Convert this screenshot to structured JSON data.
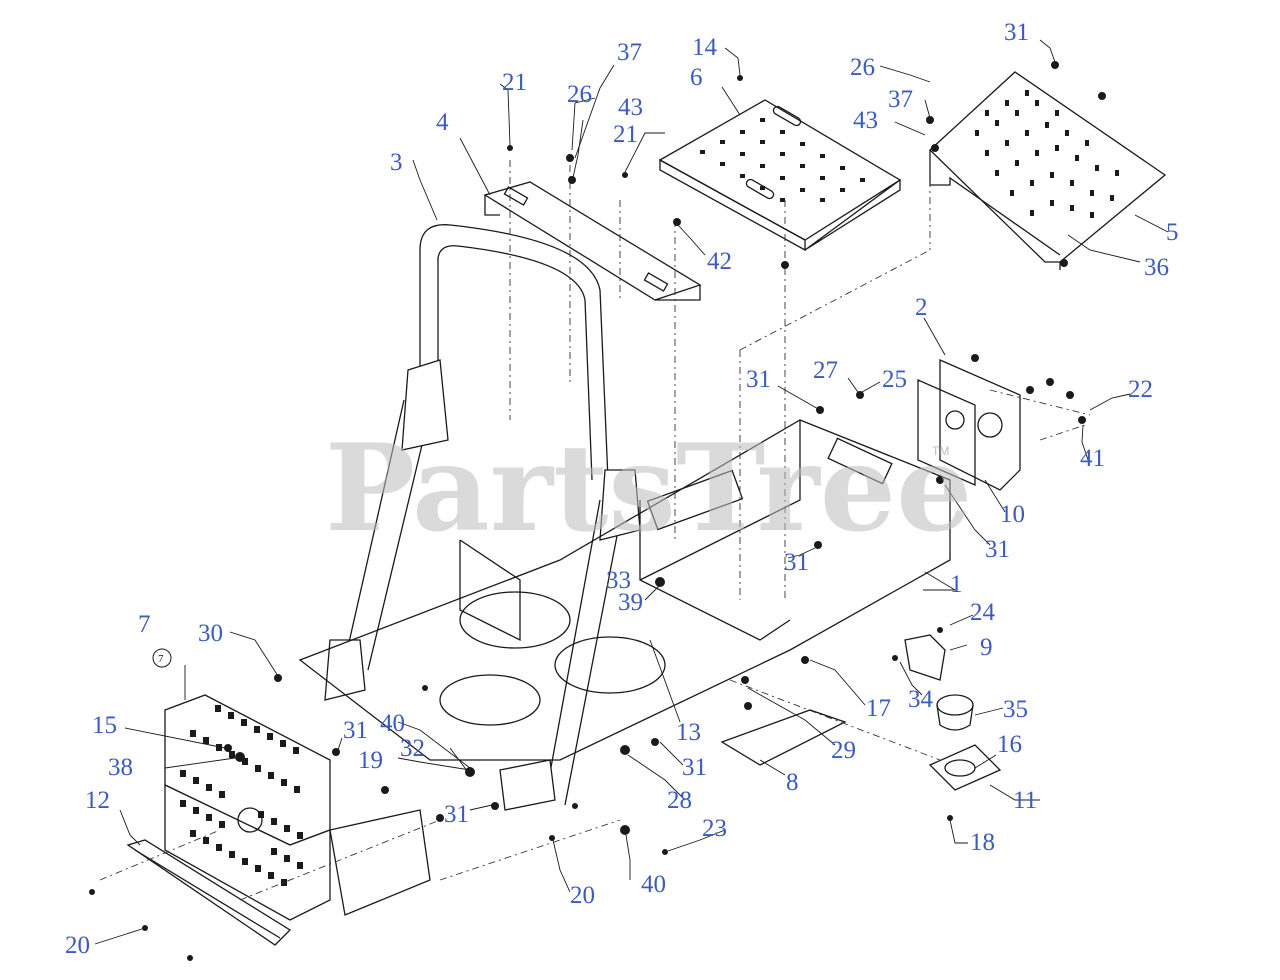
{
  "watermark": {
    "text": "PartsTree",
    "mark": "TM"
  },
  "callouts": [
    {
      "label": "1"
    },
    {
      "label": "2"
    },
    {
      "label": "3"
    },
    {
      "label": "4"
    },
    {
      "label": "5"
    },
    {
      "label": "6"
    },
    {
      "label": "7"
    },
    {
      "label": "7"
    },
    {
      "label": "8"
    },
    {
      "label": "9"
    },
    {
      "label": "10"
    },
    {
      "label": "11"
    },
    {
      "label": "12"
    },
    {
      "label": "13"
    },
    {
      "label": "14"
    },
    {
      "label": "15"
    },
    {
      "label": "16"
    },
    {
      "label": "17"
    },
    {
      "label": "18"
    },
    {
      "label": "19"
    },
    {
      "label": "20"
    },
    {
      "label": "20"
    },
    {
      "label": "21"
    },
    {
      "label": "21"
    },
    {
      "label": "22"
    },
    {
      "label": "23"
    },
    {
      "label": "24"
    },
    {
      "label": "25"
    },
    {
      "label": "26"
    },
    {
      "label": "26"
    },
    {
      "label": "27"
    },
    {
      "label": "28"
    },
    {
      "label": "29"
    },
    {
      "label": "30"
    },
    {
      "label": "31"
    },
    {
      "label": "31"
    },
    {
      "label": "31"
    },
    {
      "label": "31"
    },
    {
      "label": "31"
    },
    {
      "label": "31"
    },
    {
      "label": "31"
    },
    {
      "label": "32"
    },
    {
      "label": "33"
    },
    {
      "label": "34"
    },
    {
      "label": "35"
    },
    {
      "label": "36"
    },
    {
      "label": "37"
    },
    {
      "label": "37"
    },
    {
      "label": "38"
    },
    {
      "label": "39"
    },
    {
      "label": "40"
    },
    {
      "label": "40"
    },
    {
      "label": "41"
    },
    {
      "label": "42"
    },
    {
      "label": "43"
    },
    {
      "label": "43"
    }
  ]
}
